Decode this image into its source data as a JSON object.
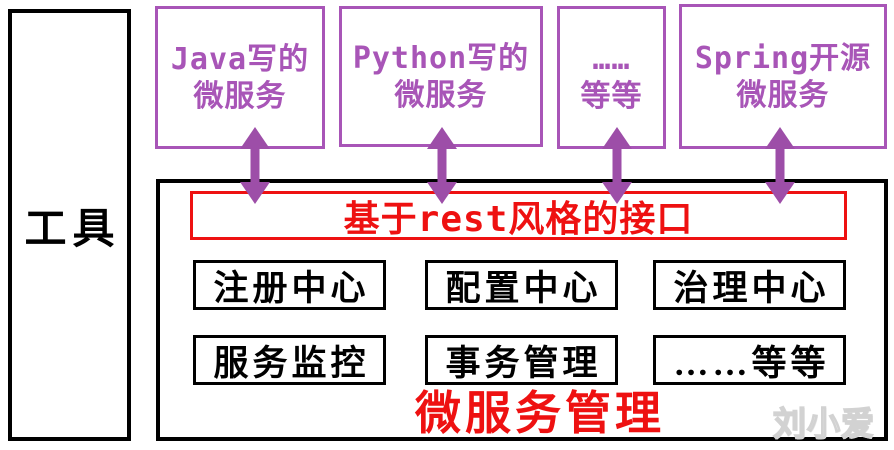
{
  "diagram": {
    "tools": {
      "label": "工具"
    },
    "sources": [
      {
        "label": "Java写的\n微服务"
      },
      {
        "label": "Python写的\n微服务"
      },
      {
        "label": "……\n等等"
      },
      {
        "label": "Spring开源\n微服务"
      }
    ],
    "interface": {
      "label": "基于rest风格的接口"
    },
    "modules": [
      "注册中心",
      "配置中心",
      "治理中心",
      "服务监控",
      "事务管理",
      "……等等"
    ],
    "management": {
      "title": "微服务管理"
    },
    "watermark": {
      "text": "刘小爱"
    },
    "colors": {
      "purple_box": "#a855b7",
      "purple_arrow": "#9d4ea8",
      "red_accent": "#ee1111",
      "black_border": "#000000",
      "watermark_gray": "#d2d2d2",
      "background": "#ffffff"
    }
  }
}
